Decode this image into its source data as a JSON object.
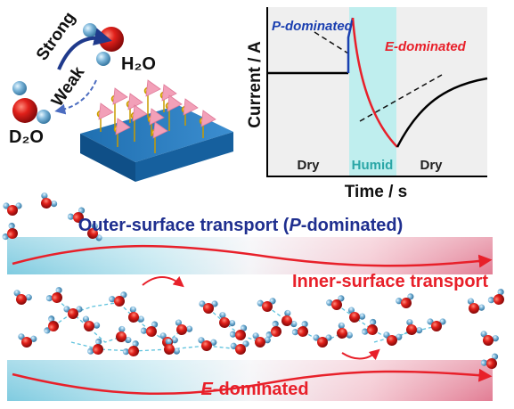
{
  "topleft": {
    "strong": "Strong",
    "weak": "Weak",
    "h2o": "H₂O",
    "d2o": "D₂O"
  },
  "graph": {
    "ylabel": "Current / A",
    "xlabel": "Time / s",
    "p_dominated": "P-dominated",
    "e_dominated": "E-dominated",
    "region_dry_left": "Dry",
    "region_humid": "Humid",
    "region_dry_right": "Dry"
  },
  "bottom": {
    "outer_title": "Outer-surface transport (P-dominated)",
    "inner_title": "Inner-surface transport",
    "e_dominated": "E-dominated"
  },
  "colors": {
    "blue_text": "#1f2f8f",
    "red": "#e8202a",
    "humid_band": "#bfeeee",
    "substrate": "#2e78b8",
    "cone": "#f2a0b8",
    "oxygen": "#d81e1e",
    "hydrogen": "#7ab4d8"
  }
}
